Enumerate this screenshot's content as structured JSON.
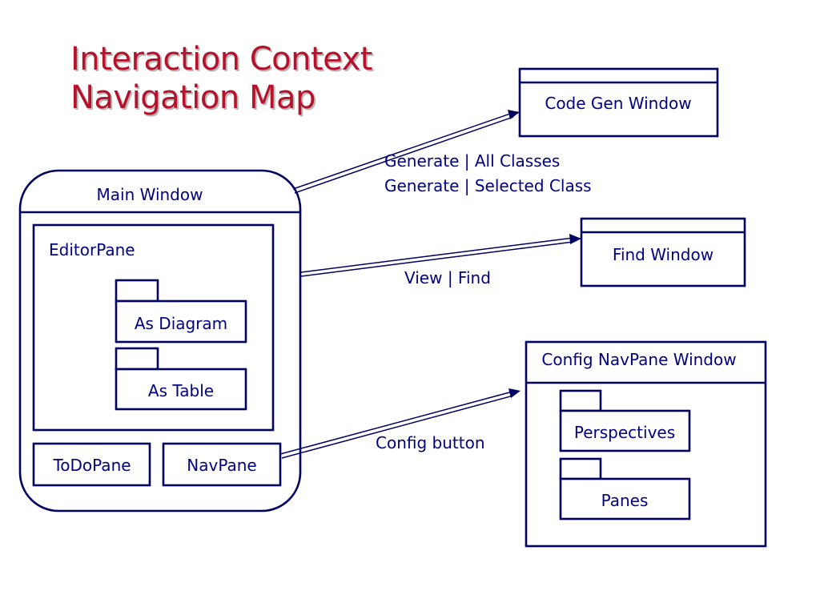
{
  "title": {
    "line1": "Interaction Context",
    "line2": "Navigation Map"
  },
  "nodes": {
    "main_window": "Main Window",
    "editor_pane": "EditorPane",
    "as_diagram": "As Diagram",
    "as_table": "As Table",
    "todo_pane": "ToDoPane",
    "nav_pane": "NavPane",
    "code_gen_window": "Code Gen Window",
    "find_window": "Find Window",
    "config_navpane_window": "Config NavPane Window",
    "perspectives": "Perspectives",
    "panes": "Panes"
  },
  "edges": {
    "generate_all": "Generate | All Classes",
    "generate_selected": "Generate | Selected Class",
    "view_find": "View | Find",
    "config_button": "Config button"
  },
  "colors": {
    "title": "#b5122c",
    "text": "#000080",
    "stroke": "#000060"
  }
}
